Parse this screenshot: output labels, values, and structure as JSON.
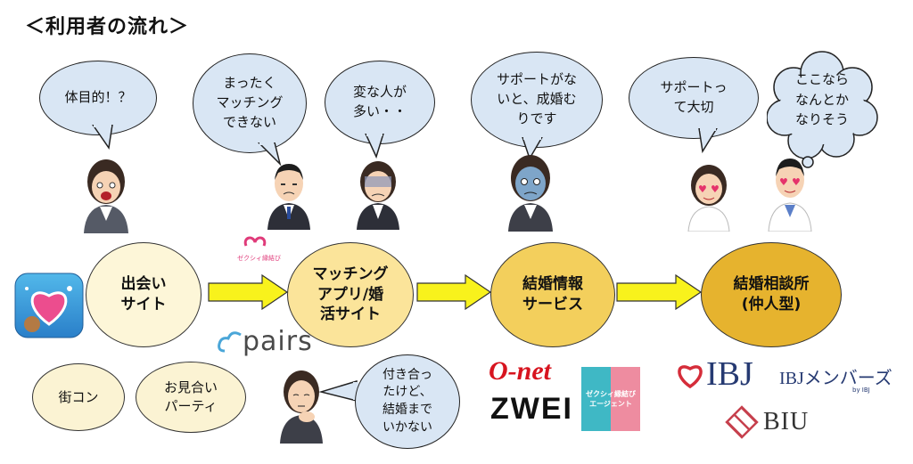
{
  "title": "＜利用者の流れ＞",
  "bubbles": [
    "体目的！？",
    "まったく\nマッチング\nできない",
    "変な人が\n多い・・",
    "サポートがな\nいと、成婚む\nりです",
    "サポートっ\nて大切",
    "ここなら\nなんとか\nなりそう",
    "付き合っ\nたけど、\n結婚まで\nいかない"
  ],
  "stages": [
    "出会い\nサイト",
    "マッチング\nアプリ/婚\n活サイト",
    "結婚情報\nサービス",
    "結婚相談所\n(仲人型)"
  ],
  "small_circles": [
    "街コン",
    "お見合い\nパーティ"
  ],
  "logos": {
    "zexy_small": "ゼクシィ縁結び",
    "pairs": "pairs",
    "onet": "O-net",
    "zwei": "ZWEI",
    "zexy_agent": "ゼクシィ縁結び\nエージェント",
    "ibj": "IBJ",
    "ibj_members": "IBJメンバーズ",
    "ibj_members_sub": "by IBJ",
    "biu": "BIU"
  },
  "colors": {
    "bubble": "#d9e6f4",
    "stage_light": "#fdf6d8",
    "stage_mid": "#fbe49a",
    "stage_dark": "#f3cf5c",
    "stage_deep": "#e6b32e",
    "arrow_fill": "#f8f21c",
    "onet_red": "#d7141f",
    "ibj_red": "#d52d3a",
    "ibj_navy": "#263a72"
  }
}
